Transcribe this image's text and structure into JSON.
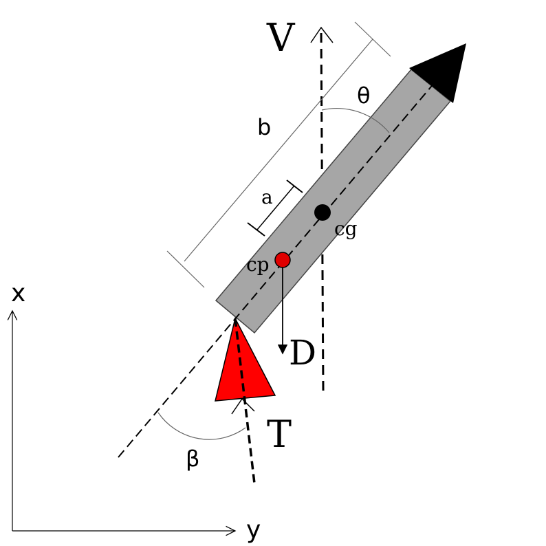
{
  "labels": {
    "velocity": "V",
    "theta": "θ",
    "body_length": "b",
    "offset": "a",
    "center_of_gravity": "cg",
    "center_of_pressure": "cp",
    "drag": "D",
    "thrust": "T",
    "beta": "β",
    "x_axis": "x",
    "y_axis": "y"
  },
  "colors": {
    "body_fill": "#a6a6a6",
    "nose_fill": "#000000",
    "flame_fill": "#ff0000",
    "cp_fill": "#e00000",
    "cg_fill": "#000000"
  }
}
